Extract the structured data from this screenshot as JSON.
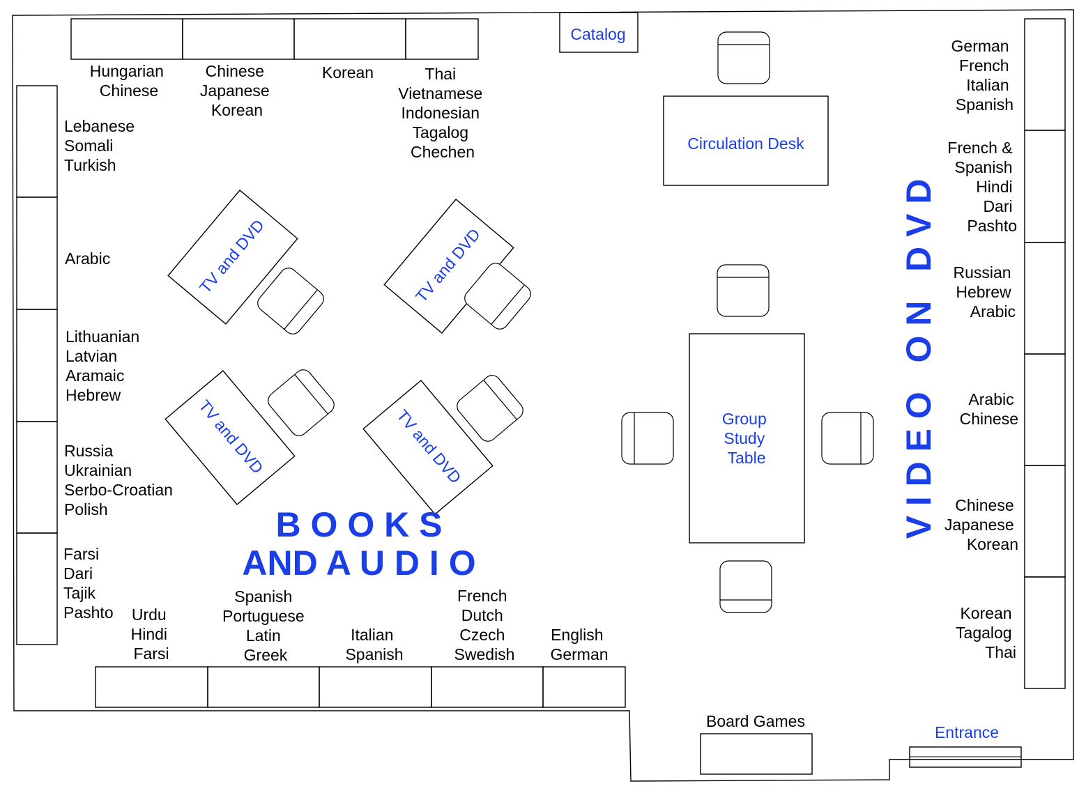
{
  "colors": {
    "accent": "#1a3ee8",
    "ink": "#000000"
  },
  "labels": {
    "catalog": "Catalog",
    "circulation_desk": "Circulation Desk",
    "group_study": [
      "Group",
      "Study",
      "Table"
    ],
    "tv_dvd": "TV and DVD",
    "books_line1": "B O O K S",
    "books_line2": "AND A U D I O",
    "video_on_dvd": "V I D E O   O N   D V D",
    "board_games": "Board Games",
    "entrance": "Entrance"
  },
  "top_shelves": [
    [
      "Hungarian",
      "Chinese"
    ],
    [
      "Chinese",
      "Japanese",
      "Korean"
    ],
    [
      "Korean"
    ],
    [
      "Thai",
      "Vietnamese",
      "Indonesian",
      "Tagalog",
      "Chechen"
    ]
  ],
  "left_shelves": [
    [
      "Lebanese",
      "Somali",
      "Turkish"
    ],
    [
      "Arabic"
    ],
    [
      "Lithuanian",
      "Latvian",
      "Aramaic",
      "Hebrew"
    ],
    [
      "Russia",
      "Ukrainian",
      "Serbo-Croatian",
      "Polish"
    ],
    [
      "Farsi",
      "Dari",
      "Tajik",
      "Pashto"
    ]
  ],
  "bottom_shelves": [
    [
      "Urdu",
      "Hindi",
      "Farsi"
    ],
    [
      "Spanish",
      "Portuguese",
      "Latin",
      "Greek"
    ],
    [
      "Italian",
      "Spanish"
    ],
    [
      "French",
      "Dutch",
      "Czech",
      "Swedish"
    ],
    [
      "English",
      "German"
    ]
  ],
  "right_shelves": [
    [
      "German",
      "French",
      "Italian",
      "Spanish"
    ],
    [
      "French &",
      "Spanish",
      "Hindi",
      "Dari",
      "Pashto"
    ],
    [
      "Russian",
      "Hebrew",
      "Arabic"
    ],
    [
      "Arabic",
      "Chinese"
    ],
    [
      "Chinese",
      "Japanese",
      "Korean"
    ],
    [
      "Korean",
      "Tagalog",
      "Thai"
    ]
  ]
}
